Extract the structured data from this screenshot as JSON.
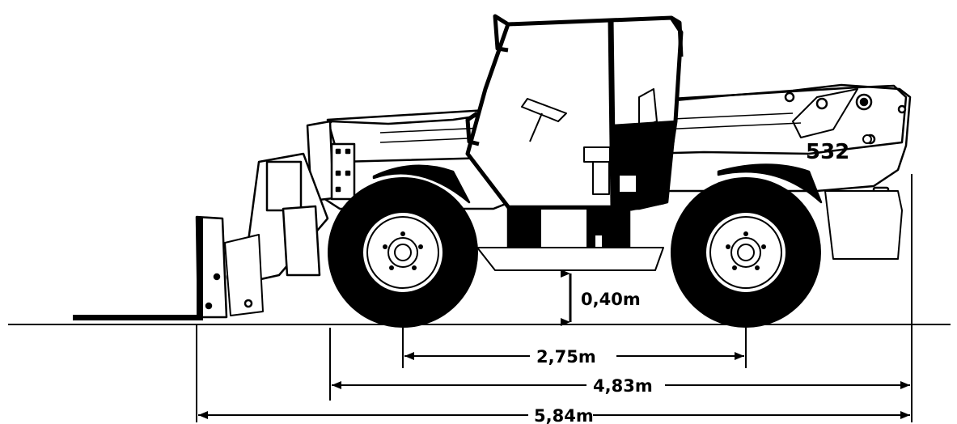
{
  "model_label": "532",
  "dimensions": {
    "ground_clearance": "0,40m",
    "wheelbase": "2,75m",
    "length_without_forks": "4,83m",
    "overall_length": "5,84m"
  },
  "colors": {
    "line": "#000000",
    "background": "#ffffff"
  }
}
